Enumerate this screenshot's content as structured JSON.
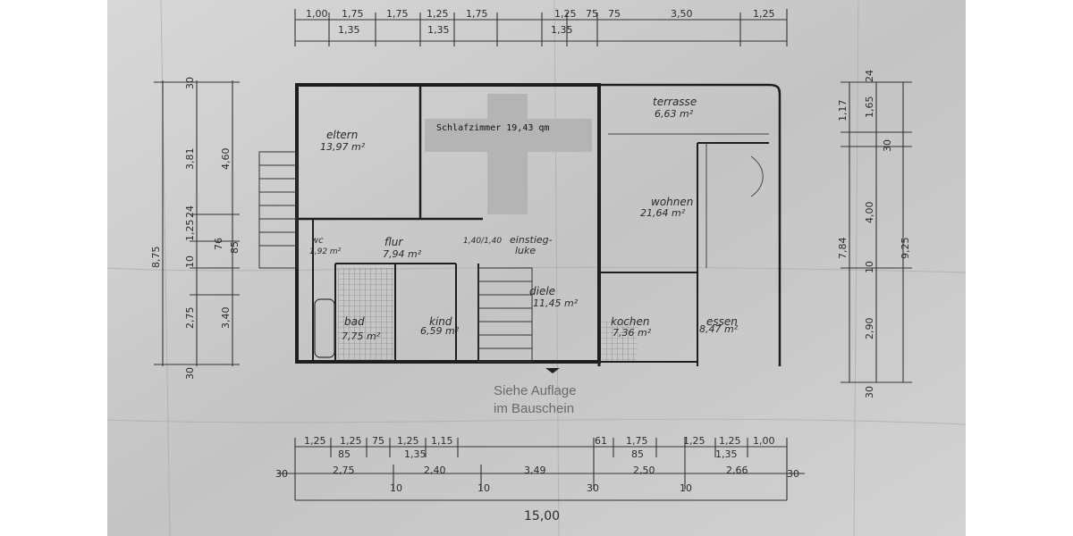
{
  "overlay": {
    "label": "Schlafzimmer 19,43 qm",
    "fill": "#b4b4b4"
  },
  "rooms": [
    {
      "name": "eltern",
      "area": "13,97 m²"
    },
    {
      "name": "terrasse",
      "area": "6,63 m²"
    },
    {
      "name": "wohnen",
      "area": "21,64 m²"
    },
    {
      "name": "wc",
      "area": "1,92 m²"
    },
    {
      "name": "flur",
      "area": "7,94 m²"
    },
    {
      "name": "einstieg-",
      "area": "luke"
    },
    {
      "name": "diele",
      "area": "11,45 m²"
    },
    {
      "name": "bad",
      "area": "7,75 m²"
    },
    {
      "name": "kind",
      "area": "6,59 m²"
    },
    {
      "name": "kochen",
      "area": "7,36 m²"
    },
    {
      "name": "essen",
      "area": "8,47 m²"
    }
  ],
  "hatch_size": "1,40/1,40",
  "stamp": {
    "line1": "Siehe Auflage",
    "line2": "im Bauschein"
  },
  "dimensions": {
    "top_row1": [
      "1,00",
      "1,75",
      "1,75",
      "1,25",
      "1,75",
      "1,25",
      "75",
      "75",
      "3,50",
      "1,25"
    ],
    "top_row2": [
      "1,35",
      "1,35",
      "1,35"
    ],
    "bottom_row1": [
      "1,25",
      "1,25",
      "75",
      "1,25",
      "1,15",
      "61",
      "1,75",
      "1,25",
      "1,25",
      "1,00"
    ],
    "bottom_row2": [
      "85",
      "1,35",
      "85",
      "1,35"
    ],
    "bottom_row3": [
      "30",
      "2,75",
      "10",
      "2,40",
      "10",
      "3,49",
      "30",
      "2,50",
      "10",
      "2,66",
      "30"
    ],
    "total_width": "15,00",
    "left_outer": [
      "30",
      "8,75",
      "30"
    ],
    "left_inner": [
      "3,81",
      "24",
      "1,25",
      "10",
      "2,75"
    ],
    "left_inner2": [
      "4,60",
      "76",
      "85",
      "3,40"
    ],
    "right_outer": [
      "24",
      "9,25",
      "30"
    ],
    "right_inner": [
      "1,17",
      "7,84"
    ],
    "right_inner2": [
      "1,65",
      "30",
      "4,00",
      "10",
      "2,90"
    ]
  }
}
